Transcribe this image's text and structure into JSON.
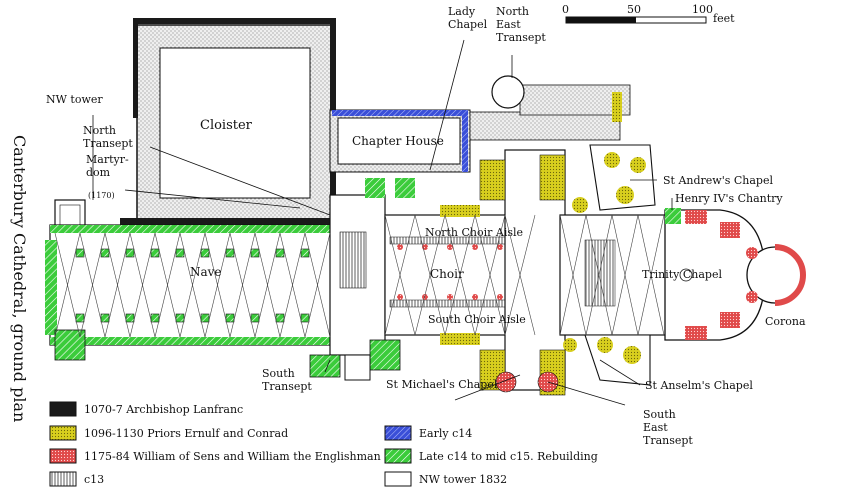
{
  "title": "Canterbury Cathedral, ground plan",
  "colors": {
    "lanfranc": "#1a1a1a",
    "ernulf_conrad": "#d8cf1e",
    "william_sens": "#e04a4a",
    "c13": "#9a9a9a",
    "early_c14": "#3a4fd8",
    "late_c14": "#3bcc3b",
    "nw_tower": "#ffffff"
  },
  "scale": {
    "ticks": [
      "0",
      "50",
      "100"
    ],
    "unit": "feet"
  },
  "labels": {
    "nw_tower": "NW tower",
    "north_transept": "North Transept",
    "martyrdom": "Martyr-dom",
    "martyrdom_date": "(1170)",
    "cloister": "Cloister",
    "chapter_house": "Chapter House",
    "lady_chapel": "Lady Chapel",
    "north_east_transept": "North East Transept",
    "st_andrews": "St Andrew's Chapel",
    "henry_iv": "Henry IV's Chantry",
    "north_choir_aisle": "North Choir Aisle",
    "nave": "Nave",
    "choir": "Choir",
    "trinity_chapel": "Trinity Chapel",
    "corona": "Corona",
    "south_choir_aisle": "South Choir Aisle",
    "south_transept": "South Transept",
    "st_michaels": "St Michael's Chapel",
    "st_anselms": "St Anselm's Chapel",
    "south_east_transept": "South East Transept"
  },
  "legend": [
    {
      "key": "lanfranc",
      "text": "1070-7 Archbishop Lanfranc"
    },
    {
      "key": "ernulf_conrad",
      "text": "1096-1130 Priors Ernulf and Conrad"
    },
    {
      "key": "william_sens",
      "text": "1175-84 William of Sens and William the Englishman"
    },
    {
      "key": "c13",
      "text": "c13"
    },
    {
      "key": "early_c14",
      "text": "Early c14"
    },
    {
      "key": "late_c14",
      "text": "Late c14 to mid c15. Rebuilding"
    },
    {
      "key": "nw_tower",
      "text": "NW tower 1832"
    }
  ]
}
